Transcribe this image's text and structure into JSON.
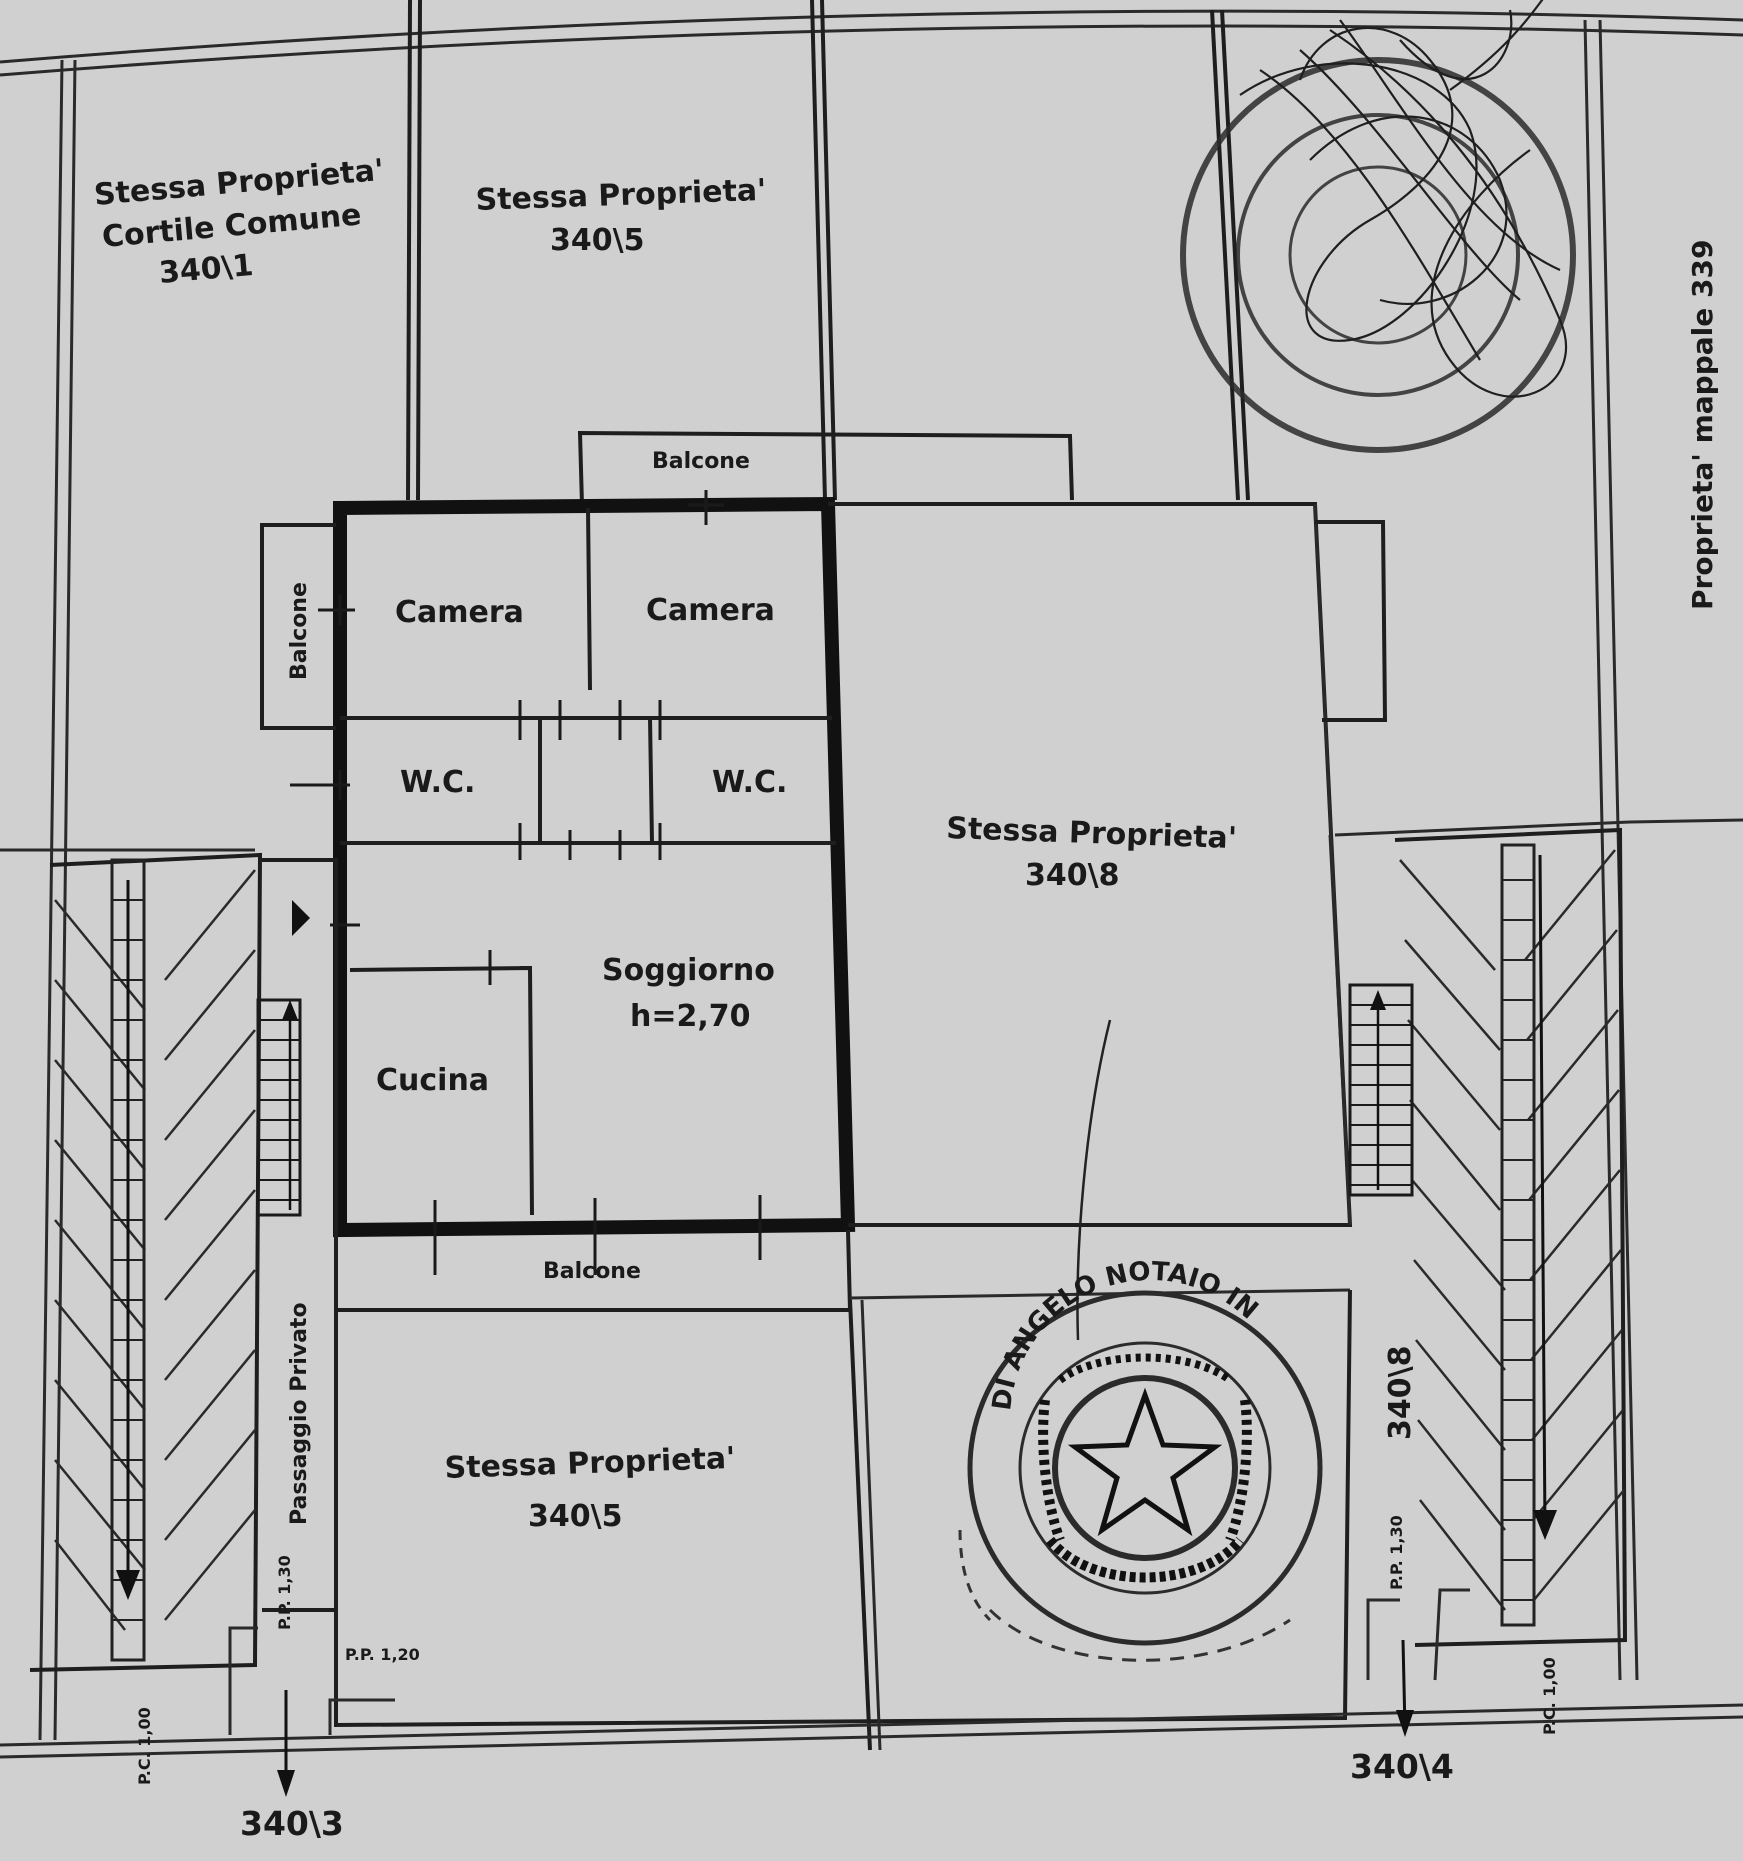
{
  "plan": {
    "parcels": {
      "top_left": {
        "line1": "Stessa Proprieta'",
        "line2": "Cortile Comune",
        "code": "340\\1"
      },
      "top_mid": {
        "line1": "Stessa Proprieta'",
        "code": "340\\5"
      },
      "right_mid": {
        "line1": "Stessa Proprieta'",
        "code": "340\\8"
      },
      "bottom_mid": {
        "line1": "Stessa Proprieta'",
        "code": "340\\5"
      },
      "right_side": {
        "text": "Proprieta'  mappale 339"
      }
    },
    "rooms": {
      "camera_left": "Camera",
      "camera_right": "Camera",
      "wc_left": "W.C.",
      "wc_right": "W.C.",
      "soggiorno": "Soggiorno",
      "soggiorno_height": "h=2,70",
      "cucina": "Cucina"
    },
    "balconies": {
      "top": "Balcone",
      "left": "Balcone",
      "bottom": "Balcone"
    },
    "passage": "Passaggio Privato",
    "levels": {
      "pp_130": "P.P. 1,30",
      "pp_120": "P.P. 1,20",
      "pp_130_right": "P.P. 1,30",
      "pc_left": "P.C. 1,00",
      "pc_right": "P.C. 1,00"
    },
    "access": {
      "left_bottom": "340\\3",
      "right_bottom": "340\\4",
      "right_vertical": "340\\8"
    },
    "stamp": {
      "text": "DI ANGELO NOTAIO IN"
    }
  }
}
